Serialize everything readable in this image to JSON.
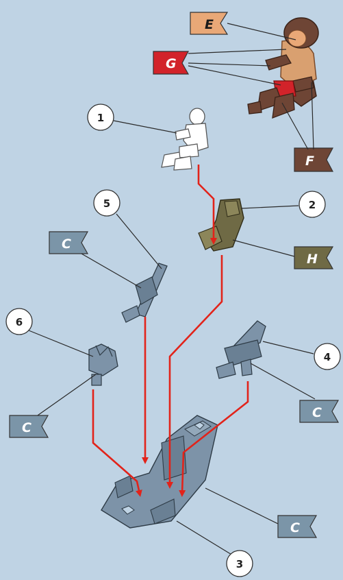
{
  "callouts": {
    "c1": "1",
    "c2": "2",
    "c3": "3",
    "c4": "4",
    "c5": "5",
    "c6": "6"
  },
  "flags": {
    "E": "E",
    "G": "G",
    "F": "F",
    "H": "H",
    "C": "C"
  },
  "colors": {
    "background": "#bfd3e4",
    "flag_E": "#e9a877",
    "flag_G": "#d2232a",
    "flag_F": "#6e4535",
    "flag_H": "#6f6a45",
    "flag_C": "#7b95a8",
    "arrow": "#e2231a",
    "part_grey": "#7d93a8",
    "pilot_skin": "#e9a877",
    "pilot_suit": "#d9a070",
    "seat_olive": "#6f6a45"
  }
}
